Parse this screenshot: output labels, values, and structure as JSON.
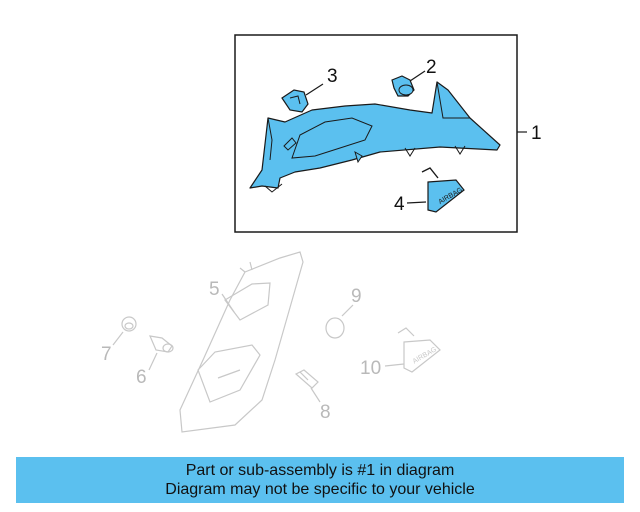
{
  "colors": {
    "highlight_fill": "#5bc0ef",
    "part_outline": "#1a1a1a",
    "ghost_outline": "#c8c8c8",
    "banner_bg": "#5bc0ef"
  },
  "highlighted_callouts": {
    "c1": "1",
    "c2": "2",
    "c3": "3",
    "c4": "4"
  },
  "other_callouts": {
    "c5": "5",
    "c6": "6",
    "c7": "7",
    "c8": "8",
    "c9": "9",
    "c10": "10"
  },
  "airbag_label": "AIRBAG",
  "banner": {
    "line1": "Part or sub-assembly is #1 in diagram",
    "line2": "Diagram may not be specific to your vehicle"
  }
}
